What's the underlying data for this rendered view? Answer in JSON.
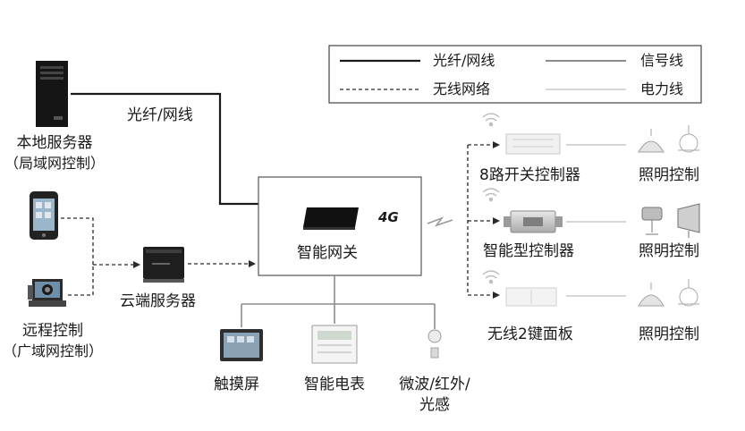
{
  "legend": {
    "fiber_network": "光纤/网线",
    "signal_line": "信号线",
    "wireless_network": "无线网络",
    "power_line": "电力线"
  },
  "nodes": {
    "local_server": "本地服务器",
    "local_server_sub": "（局域网控制）",
    "remote_control": "远程控制",
    "remote_control_sub": "（广域网控制）",
    "cloud_server": "云端服务器",
    "smart_gateway": "智能网关",
    "gateway_4g": "4G",
    "controller_8way": "8路开关控制器",
    "smart_controller": "智能型控制器",
    "wireless_panel": "无线2键面板",
    "lighting_control_1": "照明控制",
    "lighting_control_2": "照明控制",
    "lighting_control_3": "照明控制",
    "touchscreen": "触摸屏",
    "smart_meter": "智能电表",
    "sensor_line1": "微波/红外/",
    "sensor_line2": "光感"
  },
  "edges": {
    "fiber_label": "光纤/网线"
  },
  "colors": {
    "fiber": "#1a1a1a",
    "dashed": "#2a2a2a",
    "signal": "#8c8c8c",
    "power": "#d6d6d6",
    "box_border": "#555555"
  }
}
